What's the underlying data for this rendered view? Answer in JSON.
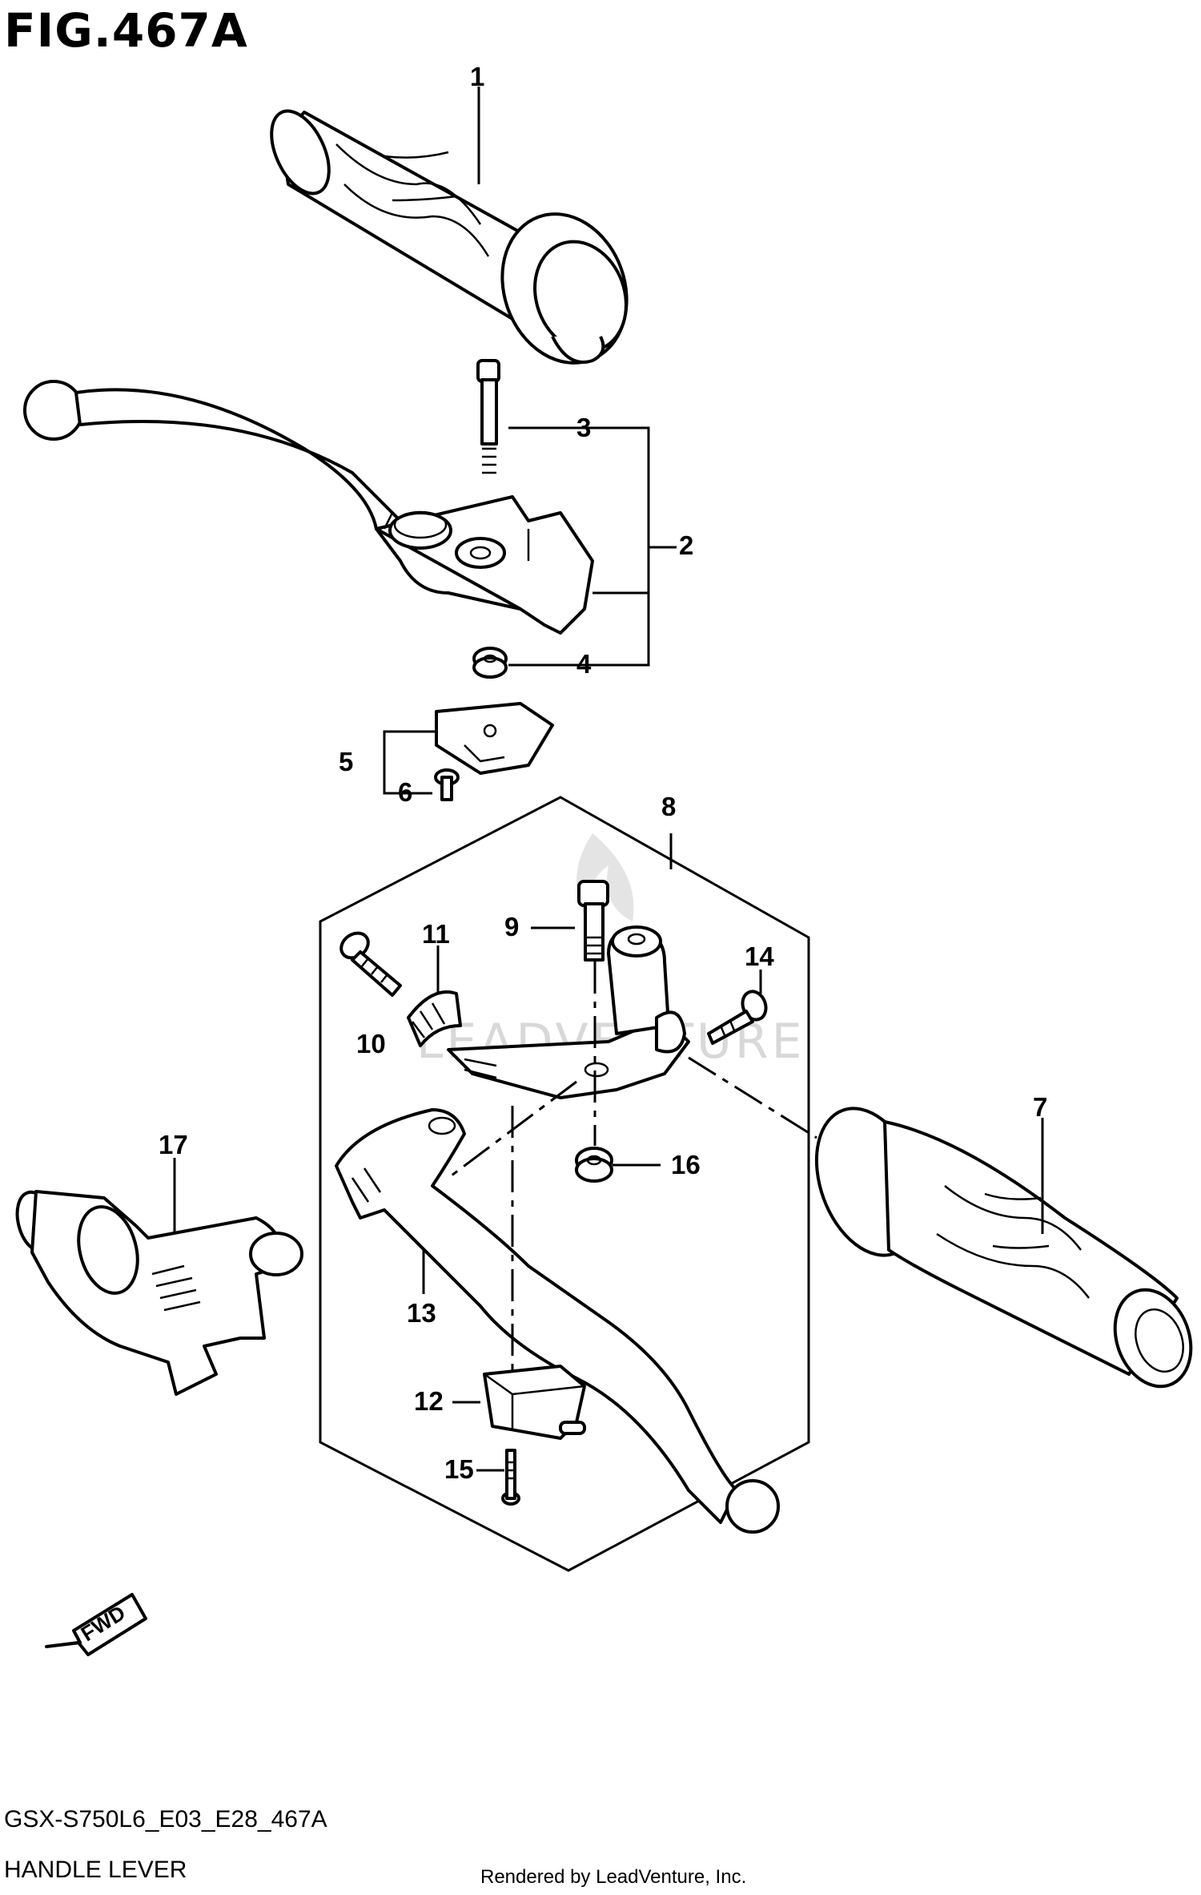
{
  "figure": {
    "title": "FIG.467A",
    "code": "GSX-S750L6_E03_E28_467A",
    "name": "HANDLE LEVER",
    "credit": "Rendered by LeadVenture, Inc.",
    "watermark": "LEADVENTURE",
    "direction_label": "FWD"
  },
  "callouts": [
    "1",
    "2",
    "3",
    "4",
    "5",
    "6",
    "7",
    "8",
    "9",
    "10",
    "11",
    "12",
    "13",
    "14",
    "15",
    "16",
    "17"
  ],
  "colors": {
    "ink": "#000000",
    "paper": "#ffffff",
    "watermark": "#d8d8d8"
  }
}
